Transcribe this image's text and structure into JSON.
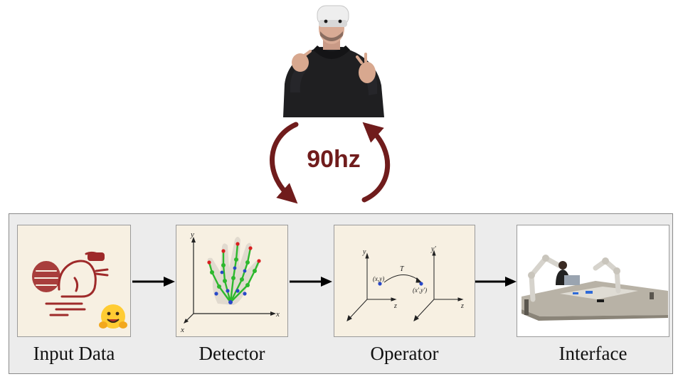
{
  "rate_label": "90hz",
  "colors": {
    "loop_arrow": "#701c1c",
    "card_bg": "#f7f0e2",
    "panel_bg": "#ececec",
    "landmark_green": "#2db82d",
    "landmark_blue": "#2848c8",
    "landmark_red": "#d82020"
  },
  "stages": [
    {
      "label": "Input Data",
      "icons": [
        "beaver-vr-logo-icon",
        "hugging-face-emoji-icon"
      ]
    },
    {
      "label": "Detector",
      "icons": [
        "hand-keypoints-icon"
      ]
    },
    {
      "label": "Operator",
      "icons": [
        "coordinate-transform-icon"
      ]
    },
    {
      "label": "Interface",
      "icons": [
        "robot-arms-photo-icon"
      ]
    }
  ],
  "detector_axes": {
    "x": "x",
    "y": "y",
    "z": "x"
  },
  "operator_math": {
    "y_left": "y",
    "z_left": "z",
    "point_left": "(x,y)",
    "transform": "T",
    "y_right": "y'",
    "z_right": "z",
    "point_right": "(x',y')"
  }
}
